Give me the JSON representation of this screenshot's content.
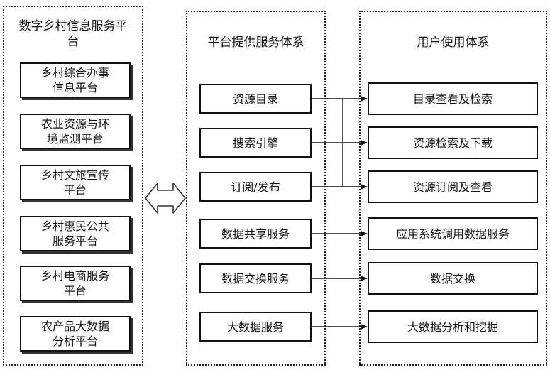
{
  "left_panel": {
    "title": "数字乡村信息服务平台",
    "items": [
      {
        "line1": "乡村综合办事",
        "line2": "信息平台"
      },
      {
        "line1": "农业资源与环",
        "line2": "境监测平台"
      },
      {
        "line1": "乡村文旅宣传",
        "line2": "平台"
      },
      {
        "line1": "乡村惠民公共",
        "line2": "服务平台"
      },
      {
        "line1": "乡村电商服务",
        "line2": "平台"
      },
      {
        "line1": "农产品大数据",
        "line2": "分析平台"
      }
    ]
  },
  "middle_panel": {
    "title": "平台提供服务体系",
    "items": [
      "资源目录",
      "搜索引擎",
      "订阅/发布",
      "数据共享服务",
      "数据交换服务",
      "大数据服务"
    ]
  },
  "right_panel": {
    "title": "用户使用体系",
    "items": [
      "目录查看及检索",
      "资源检索及下载",
      "资源订阅及查看",
      "应用系统调用数据服务",
      "数据交换",
      "大数据分析和挖掘"
    ]
  },
  "connector": {
    "icon": "double-arrow-icon"
  }
}
